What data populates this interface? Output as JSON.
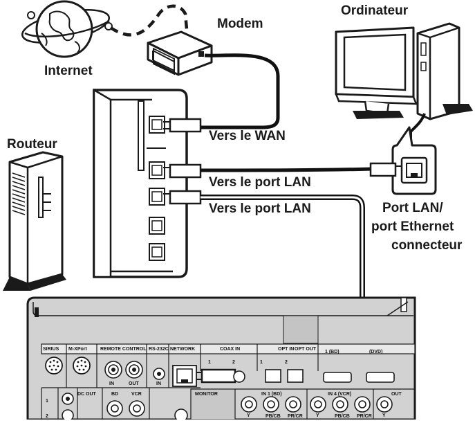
{
  "labels": {
    "internet": "Internet",
    "modem": "Modem",
    "computer": "Ordinateur",
    "router": "Routeur",
    "to_wan": "Vers le WAN",
    "to_lan_1": "Vers le port LAN",
    "to_lan_2": "Vers le port LAN",
    "lan_port_line1": "Port LAN/",
    "lan_port_line2": "port Ethernet",
    "lan_port_line3": "connecteur"
  },
  "panel": {
    "sirius": "SIRIUS",
    "mxport": "M-XPort",
    "remote_control": "REMOTE CONTROL",
    "rs232": "RS-232C",
    "network": "NETWORK",
    "coax_in": "COAX IN",
    "opt_in": "OPT IN",
    "opt_out": "OPT OUT",
    "in1_bd": "1 (BD)",
    "dvd": "(DVD)",
    "remote_in": "IN",
    "remote_out": "OUT",
    "rs_in": "IN",
    "coax_1": "1",
    "coax_2": "2",
    "opt_1": "1",
    "opt_2": "2",
    "dc_out": "DC OUT",
    "bd": "BD",
    "vcr": "VCR",
    "monitor": "MONITOR",
    "in1_bd_comp": "IN 1 (BD)",
    "in4_vcr": "IN 4 (VCR)",
    "out": "OUT",
    "comp_y": "Y",
    "comp_pb": "PB/CB",
    "comp_pr": "PR/CR",
    "row_1": "1",
    "row_2": "2"
  },
  "colors": {
    "ink": "#1a1a1a",
    "panel": "#d2d2d2",
    "panel_label": "#e9e9e9",
    "cable": "#111111"
  }
}
